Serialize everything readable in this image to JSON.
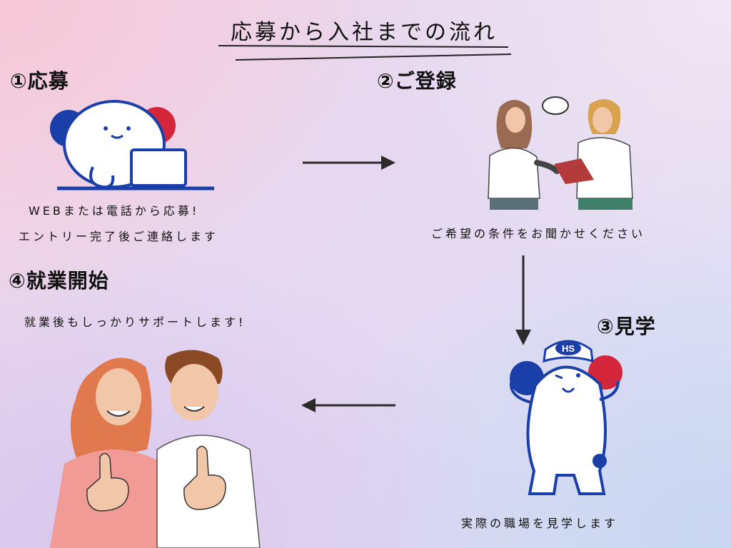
{
  "title": "応募から入社までの流れ",
  "steps": [
    {
      "heading": "①応募",
      "lines": [
        "WEBまたは電話から応募!",
        "エントリー完了後ご連絡します"
      ]
    },
    {
      "heading": "②ご登録",
      "lines": [
        "ご希望の条件をお聞かせください"
      ]
    },
    {
      "heading": "③見学",
      "lines": [
        "実際の職場を見学します"
      ]
    },
    {
      "heading": "④就業開始",
      "lines": [
        "就業後もしっかりサポートします!"
      ]
    }
  ],
  "mascot_cap_text": "HS",
  "colors": {
    "mascot_blue": "#1a3fa8",
    "mascot_red": "#d3263a",
    "arrow": "#2b2b2b"
  }
}
